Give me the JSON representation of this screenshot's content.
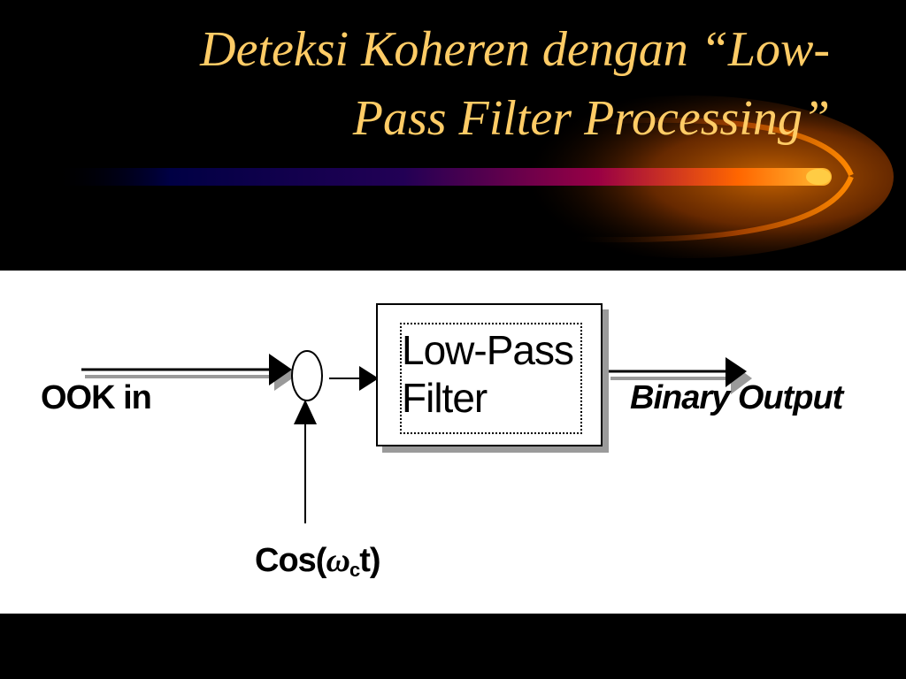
{
  "slide": {
    "title_line_1": "Deteksi Koheren dengan “Low-",
    "title_line_2": "Pass Filter Processing”"
  },
  "diagram": {
    "input_label": "OOK in",
    "filter_label_line_1": "Low-Pass",
    "filter_label_line_2": "Filter",
    "output_label": "Binary Output",
    "oscillator_label_prefix": "Cos(",
    "oscillator_label_omega": "ω",
    "oscillator_label_sub": "c",
    "oscillator_label_suffix": "t)"
  },
  "colors": {
    "title_text": "#ffcc66",
    "background": "#000000",
    "diagram_background": "#ffffff",
    "glow_orange": "#ff9900",
    "glow_magenta": "#990066",
    "glow_navy": "#000066"
  }
}
